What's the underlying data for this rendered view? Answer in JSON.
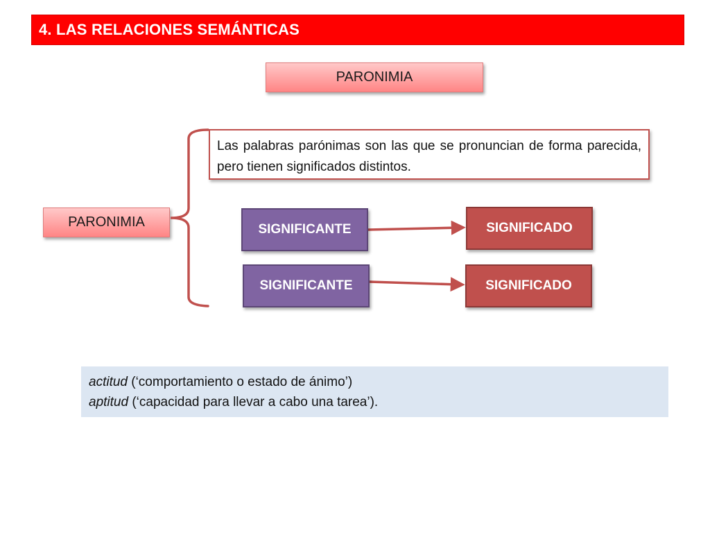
{
  "slide": {
    "title": "4. LAS RELACIONES SEMÁNTICAS",
    "top_label": "PARONIMIA",
    "left_label": "PARONIMIA",
    "definition": "Las palabras parónimas son las que se pronuncian de forma parecida, pero tienen significados distintos.",
    "pairs": [
      {
        "significante": "SIGNIFICANTE",
        "significado": "SIGNIFICADO"
      },
      {
        "significante": "SIGNIFICANTE",
        "significado": "SIGNIFICADO"
      }
    ],
    "examples": [
      {
        "word": "actitud",
        "gloss": " (‘comportamiento o estado de ánimo’)"
      },
      {
        "word": "aptitud",
        "gloss": " (‘capacidad para llevar a cabo una tarea’)."
      }
    ]
  },
  "colors": {
    "title_bar": "#ff0000",
    "pink_box": "#ffaaaa",
    "significante": "#8064a2",
    "significado": "#c0504d",
    "connector": "#c0504d",
    "examples_bg": "#dce6f2"
  },
  "icons": {
    "bracket": "curly-brace-bracket",
    "arrow": "arrow-right"
  }
}
